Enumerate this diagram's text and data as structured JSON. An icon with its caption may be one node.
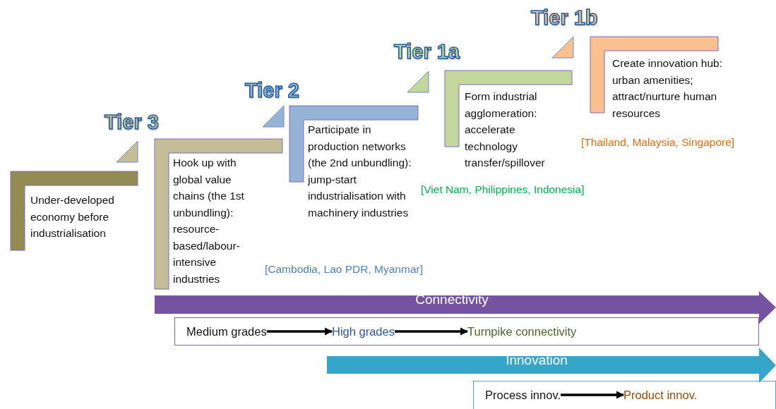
{
  "diagram": {
    "nodes": [
      {
        "text": [
          "Under-developed economy before industrialisation"
        ]
      },
      {
        "text": [
          "Tier 3",
          "Hook up with global value chains (the 1st unbundling): resource-based/labour-intensive industries"
        ]
      },
      {
        "text": [
          "Tier 2",
          "Participate in production networks (the 2nd unbundling): jump-start industrialisation with machinery industries"
        ]
      },
      {
        "text": [
          "Tier 1a",
          "Form industrial agglomeration: accelerate technology transfer/spillover"
        ]
      },
      {
        "text": [
          "Tier 1b",
          "Create innovation hub: urban amenities; attract/nurture human resources"
        ]
      },
      {
        "text": [
          "Connectivity"
        ]
      },
      {
        "text": [],
        "shape": "box"
      },
      {
        "text": [
          "Medium grades"
        ],
        "in": 6
      },
      {
        "text": [
          "High grades"
        ],
        "in": 6
      },
      {
        "text": [
          "Turnpike connectivity"
        ],
        "in": 6
      },
      {
        "text": [
          "Innovation"
        ]
      },
      {
        "text": [],
        "shape": "box"
      },
      {
        "text": [
          "Process innov."
        ],
        "in": 11
      },
      {
        "text": [
          "Product innov."
        ],
        "in": 11
      }
    ],
    "edges": [
      {
        "from": 7,
        "to": 8,
        "arrow": "to"
      },
      {
        "from": 8,
        "to": 9,
        "arrow": "to"
      },
      {
        "from": 12,
        "to": 13,
        "arrow": "to"
      }
    ],
    "labels": [
      "[Thailand, Malaysia, Singapore]",
      "[Viet Nam, Philippines, Indonesia]",
      "[Cambodia, Lao PDR, Myanmar]"
    ]
  }
}
